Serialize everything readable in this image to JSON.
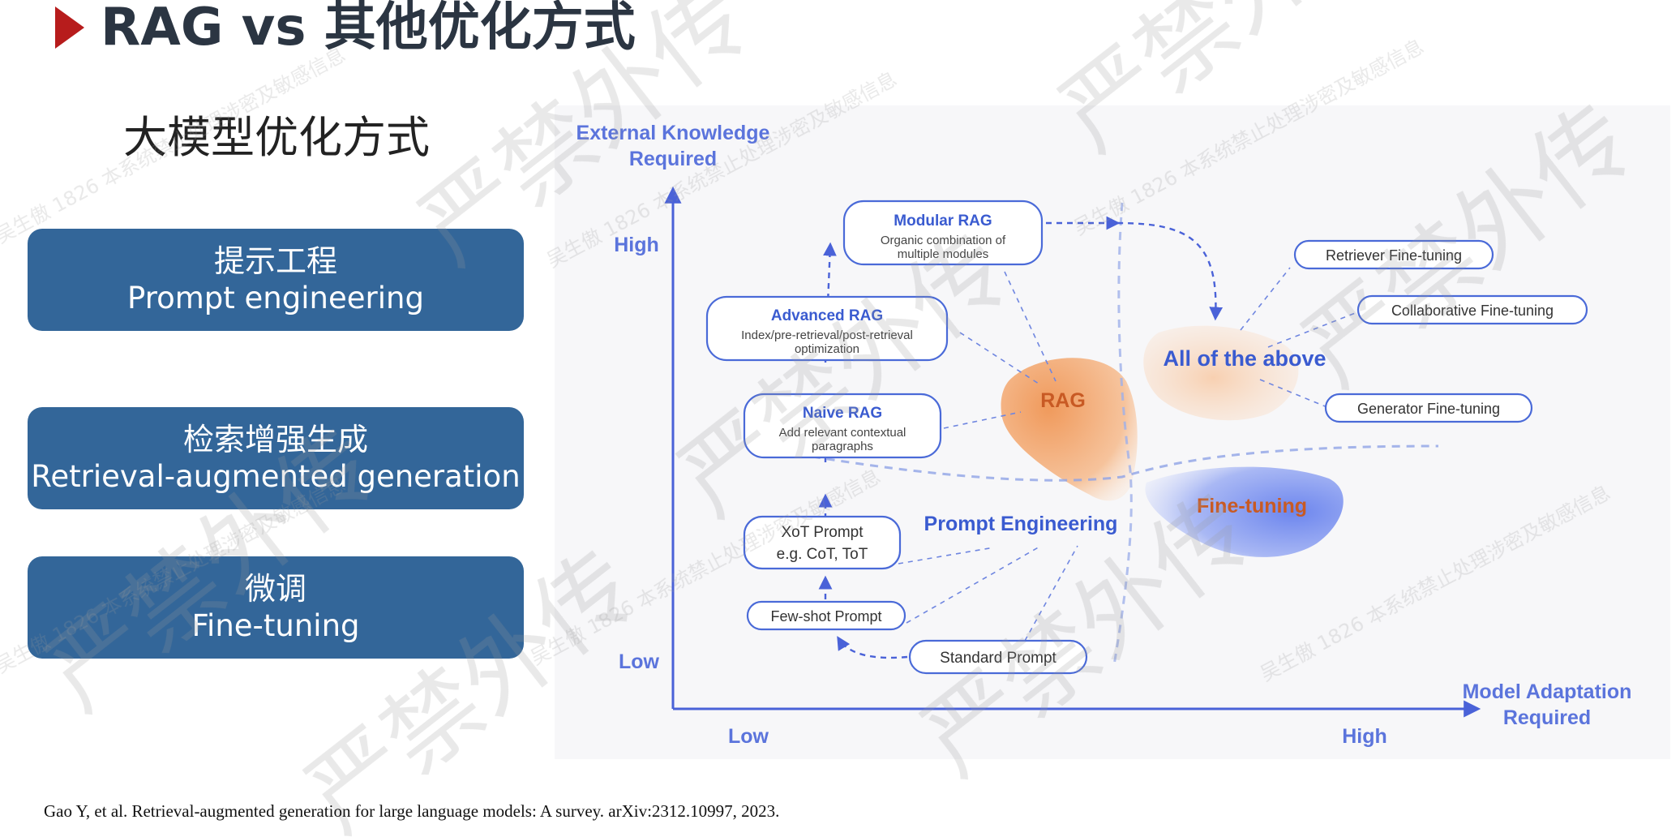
{
  "header": {
    "title": "RAG vs 其他优化方式"
  },
  "section_title": "大模型优化方式",
  "methods": [
    {
      "zh": "提示工程",
      "en": "Prompt engineering"
    },
    {
      "zh": "检索增强生成",
      "en": "Retrieval-augmented generation"
    },
    {
      "zh": "微调",
      "en": "Fine-tuning"
    }
  ],
  "diagram": {
    "y_axis_title": [
      "External Knowledge",
      "Required"
    ],
    "x_axis_title": [
      "Model Adaptation",
      "Required"
    ],
    "y_high": "High",
    "y_low": "Low",
    "x_low": "Low",
    "x_high": "High",
    "nodes": {
      "modular": {
        "title": "Modular RAG",
        "lines": [
          "Organic combination of",
          "multiple modules"
        ]
      },
      "advanced": {
        "title": "Advanced RAG",
        "lines": [
          "Index/pre-retrieval/post-retrieval",
          "optimization"
        ]
      },
      "naive": {
        "title": "Naive RAG",
        "lines": [
          "Add relevant contextual",
          "paragraphs"
        ]
      },
      "xot": {
        "lines": [
          "XoT Prompt",
          "e.g. CoT, ToT"
        ]
      },
      "fewshot": "Few-shot Prompt",
      "standard": "Standard Prompt",
      "retriever_ft": "Retriever Fine-tuning",
      "collab_ft": "Collaborative Fine-tuning",
      "generator_ft": "Generator Fine-tuning"
    },
    "regions": {
      "rag": "RAG",
      "finetuning": "Fine-tuning",
      "prompt": "Prompt Engineering",
      "all": "All of the above"
    },
    "colors": {
      "axis": "#4a62d8",
      "node_title": "#3a5bd0",
      "node_border": "#4a6ad8",
      "rag_fill": "#f2a56c",
      "rag_text": "#c85a24",
      "ft_fill": "#7a94ee",
      "background": "#f7f7f9"
    }
  },
  "watermark": {
    "big": "严禁外传",
    "small": "吴生傲 1826 本系统禁止处理涉密及敏感信息"
  },
  "citation": "Gao Y, et al. Retrieval-augmented generation for large language models: A survey. arXiv:2312.10997, 2023."
}
